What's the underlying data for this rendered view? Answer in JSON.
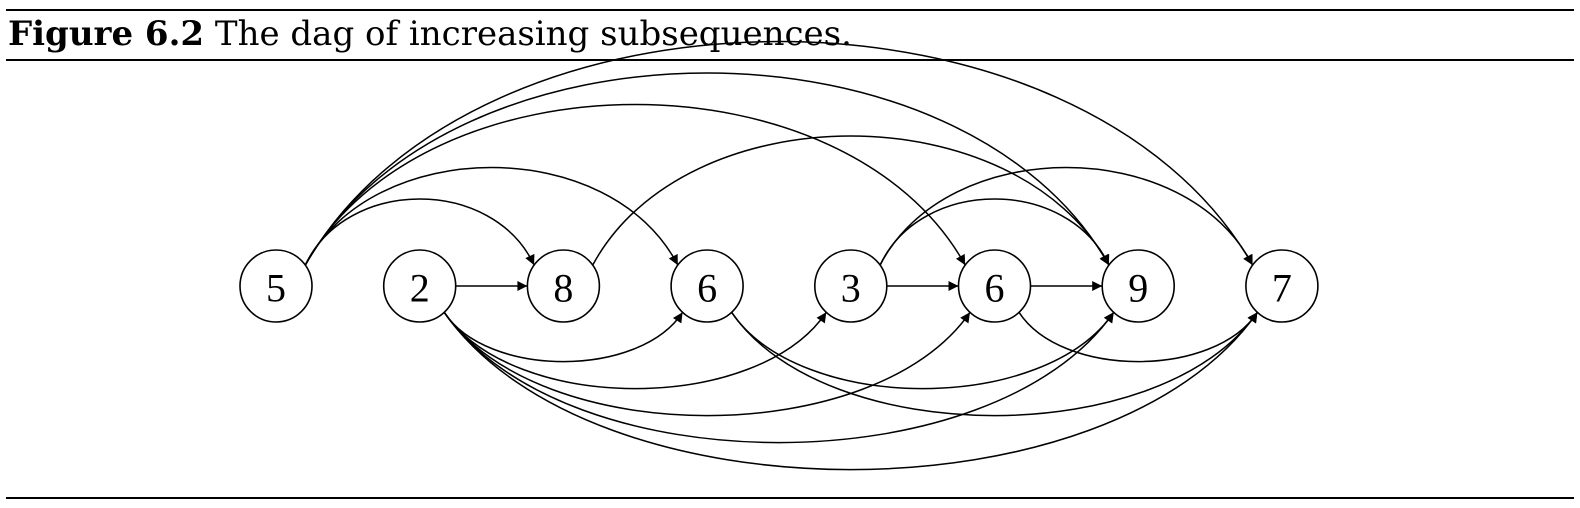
{
  "figure": {
    "label": "Figure 6.2",
    "caption": "The dag of increasing subsequences."
  },
  "nodes": [
    {
      "id": "n1",
      "value": "5"
    },
    {
      "id": "n2",
      "value": "2"
    },
    {
      "id": "n3",
      "value": "8"
    },
    {
      "id": "n4",
      "value": "6"
    },
    {
      "id": "n5",
      "value": "3"
    },
    {
      "id": "n6",
      "value": "6"
    },
    {
      "id": "n7",
      "value": "9"
    },
    {
      "id": "n8",
      "value": "7"
    }
  ],
  "edges": [
    {
      "from": "n1",
      "to": "n3"
    },
    {
      "from": "n1",
      "to": "n4"
    },
    {
      "from": "n1",
      "to": "n6"
    },
    {
      "from": "n1",
      "to": "n7"
    },
    {
      "from": "n1",
      "to": "n8"
    },
    {
      "from": "n2",
      "to": "n3"
    },
    {
      "from": "n2",
      "to": "n4"
    },
    {
      "from": "n2",
      "to": "n5"
    },
    {
      "from": "n2",
      "to": "n6"
    },
    {
      "from": "n2",
      "to": "n7"
    },
    {
      "from": "n2",
      "to": "n8"
    },
    {
      "from": "n3",
      "to": "n7"
    },
    {
      "from": "n4",
      "to": "n7"
    },
    {
      "from": "n4",
      "to": "n8"
    },
    {
      "from": "n5",
      "to": "n6"
    },
    {
      "from": "n5",
      "to": "n7"
    },
    {
      "from": "n5",
      "to": "n8"
    },
    {
      "from": "n6",
      "to": "n7"
    },
    {
      "from": "n6",
      "to": "n8"
    }
  ]
}
